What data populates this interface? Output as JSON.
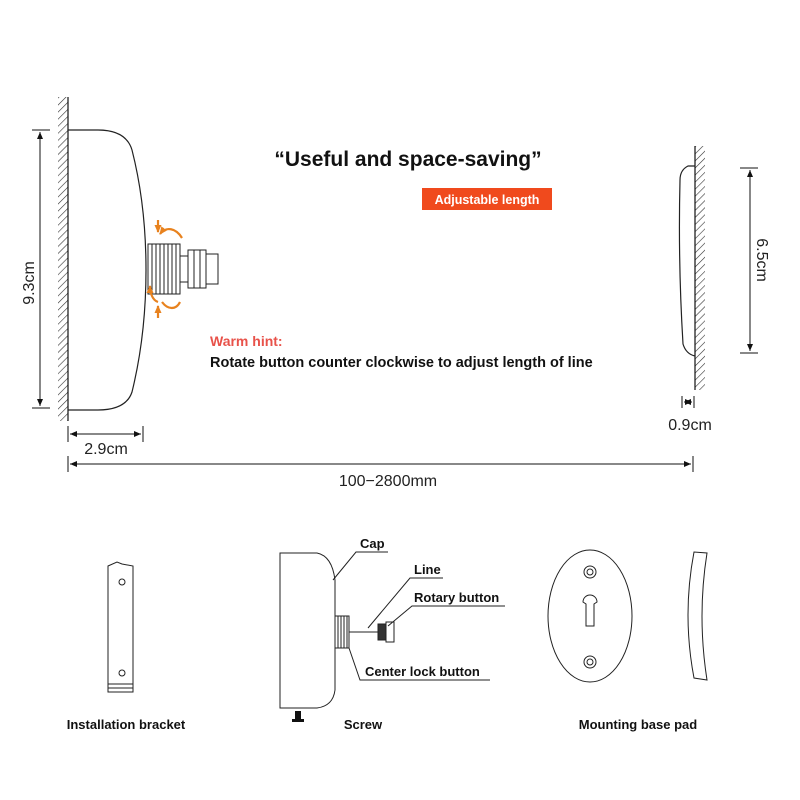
{
  "title": "“Useful and space-saving”",
  "badge": "Adjustable length",
  "hint": {
    "heading": "Warm hint:",
    "text": "Rotate button counter clockwise to adjust length of line"
  },
  "dimensions": {
    "height_left": "9.3cm",
    "depth_left": "2.9cm",
    "length_range": "100−2800mm",
    "height_right": "6.5cm",
    "depth_right": "0.9cm"
  },
  "parts": {
    "cap": "Cap",
    "line": "Line",
    "rotary_button": "Rotary button",
    "center_lock_button": "Center lock button"
  },
  "captions": {
    "installation_bracket": "Installation bracket",
    "screw": "Screw",
    "mounting_base_pad": "Mounting base pad"
  },
  "colors": {
    "accent": "#f04a1d",
    "hint": "#e8524a",
    "arrow": "#e8821e",
    "ink": "#111111"
  }
}
